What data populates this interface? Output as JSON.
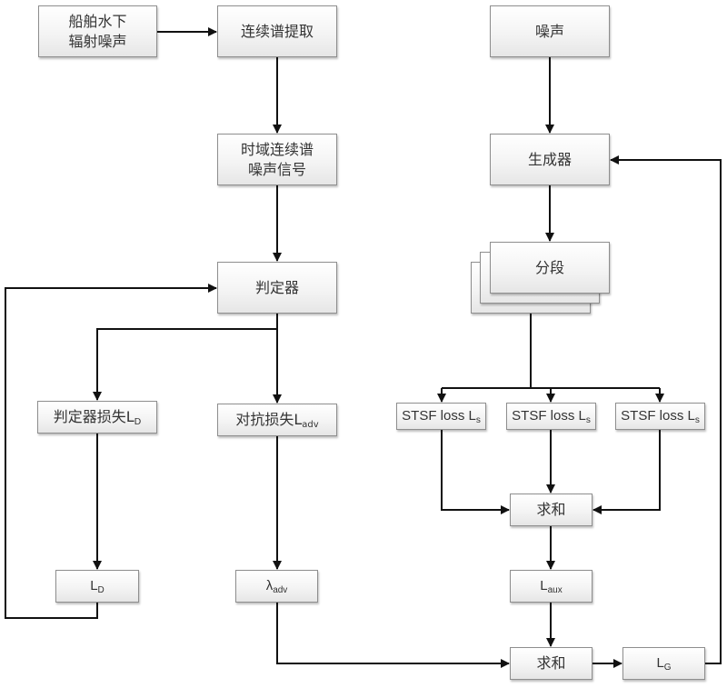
{
  "diagram": {
    "left_chain": {
      "source": "船舶水下\n辐射噪声",
      "extract": "连续谱提取",
      "signal": "时域连续谱\n噪声信号",
      "discriminator": "判定器",
      "disc_loss": {
        "main": "判定器损失L",
        "sub": "D"
      },
      "adv_loss": {
        "main": "对抗损失L",
        "sub": "adv"
      },
      "ld": {
        "main": "L",
        "sub": "D"
      },
      "lambda_adv": {
        "main": "λ",
        "sub": "adv"
      }
    },
    "right_chain": {
      "noise": "噪声",
      "generator": "生成器",
      "segment": "分段",
      "stsf_boxes": [
        {
          "main": "STSF loss L",
          "sub": "s"
        },
        {
          "main": "STSF loss L",
          "sub": "s"
        },
        {
          "main": "STSF loss L",
          "sub": "s"
        }
      ],
      "sum_upper": "求和",
      "laux": {
        "main": "L",
        "sub": "aux"
      },
      "sum_lower": "求和",
      "lg": {
        "main": "L",
        "sub": "G"
      }
    },
    "edges": [
      [
        "船舶水下辐射噪声",
        "连续谱提取"
      ],
      [
        "连续谱提取",
        "时域连续谱噪声信号"
      ],
      [
        "时域连续谱噪声信号",
        "判定器"
      ],
      [
        "判定器",
        "判定器损失LD"
      ],
      [
        "判定器",
        "对抗损失Ladv"
      ],
      [
        "判定器损失LD",
        "LD"
      ],
      [
        "LD",
        "判定器"
      ],
      [
        "对抗损失Ladv",
        "λadv"
      ],
      [
        "λadv",
        "求和(下)"
      ],
      [
        "噪声",
        "生成器"
      ],
      [
        "生成器",
        "分段"
      ],
      [
        "分段",
        "STSF loss Ls ×3"
      ],
      [
        "STSF loss Ls ×3",
        "求和(上)"
      ],
      [
        "求和(上)",
        "Laux"
      ],
      [
        "Laux",
        "求和(下)"
      ],
      [
        "求和(下)",
        "LG"
      ],
      [
        "LG",
        "生成器"
      ]
    ]
  }
}
